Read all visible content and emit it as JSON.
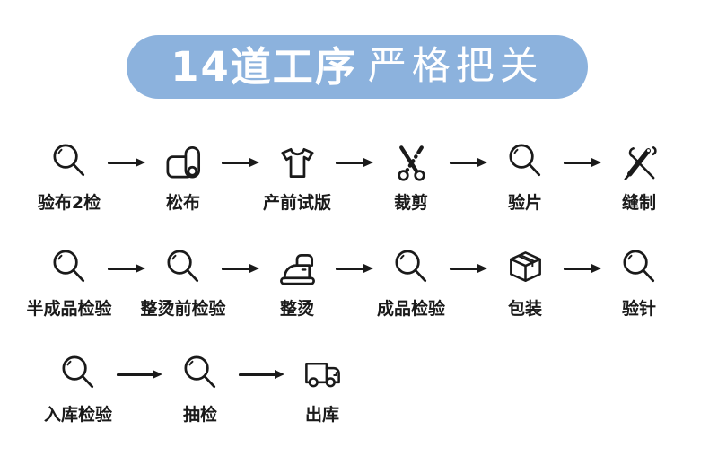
{
  "banner": {
    "title_bold": "14道工序",
    "title_light": "严格把关"
  },
  "colors": {
    "ink": "#1a1a1a",
    "banner-bg": "#8cb2dd",
    "banner-text": "#ffffff",
    "page-bg": "#ffffff"
  },
  "icons": [
    "magnifier-icon",
    "fabric-roll-icon",
    "tshirt-icon",
    "scissors-icon",
    "needle-thread-icon",
    "iron-icon",
    "box-icon",
    "truck-icon",
    "arrow-right-icon"
  ],
  "rows": [
    {
      "steps": [
        {
          "icon": "magnifier-icon",
          "label": "验布2检"
        },
        {
          "icon": "fabric-roll-icon",
          "label": "松布"
        },
        {
          "icon": "tshirt-icon",
          "label": "产前试版"
        },
        {
          "icon": "scissors-icon",
          "label": "裁剪"
        },
        {
          "icon": "magnifier-icon",
          "label": "验片"
        },
        {
          "icon": "needle-thread-icon",
          "label": "缝制"
        }
      ]
    },
    {
      "steps": [
        {
          "icon": "magnifier-icon",
          "label": "半成品检验"
        },
        {
          "icon": "magnifier-icon",
          "label": "整烫前检验"
        },
        {
          "icon": "iron-icon",
          "label": "整烫"
        },
        {
          "icon": "magnifier-icon",
          "label": "成品检验"
        },
        {
          "icon": "box-icon",
          "label": "包装"
        },
        {
          "icon": "magnifier-icon",
          "label": "验针"
        }
      ]
    },
    {
      "steps": [
        {
          "icon": "magnifier-icon",
          "label": "入库检验"
        },
        {
          "icon": "magnifier-icon",
          "label": "抽检"
        },
        {
          "icon": "truck-icon",
          "label": "出库"
        }
      ]
    }
  ]
}
